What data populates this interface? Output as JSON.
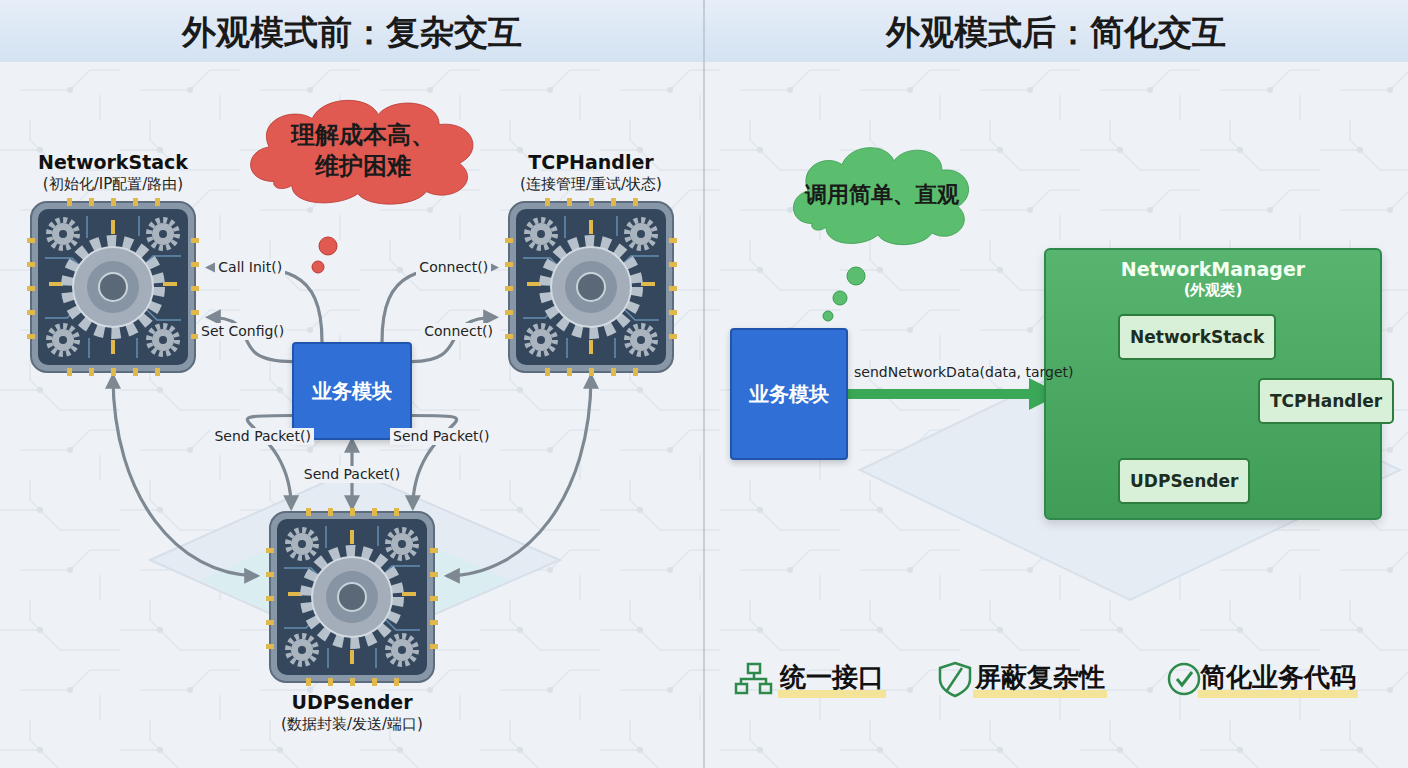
{
  "diagram": {
    "nodes": [
      {
        "text": [
          "NetworkStack",
          "(初始化/IP配置/路由)"
        ]
      },
      {
        "text": [
          "TCPHandler",
          "(连接管理/重试/状态)"
        ]
      },
      {
        "text": [
          "业务模块"
        ]
      },
      {
        "text": [
          "UDPSender",
          "(数据封装/发送/端口)"
        ]
      },
      {
        "text": [
          "理解成本高、 维护困难"
        ]
      },
      {
        "text": [
          "调用简单、直观"
        ]
      },
      {
        "text": [
          "业务模块"
        ]
      },
      {
        "text": [
          "NetworkManager",
          "(外观类)"
        ]
      },
      {
        "text": [
          "NetworkStack"
        ],
        "in": 7
      },
      {
        "text": [
          "TCPHandler"
        ],
        "in": 7
      },
      {
        "text": [
          "UDPSender"
        ],
        "in": 7
      }
    ],
    "edges": [
      {
        "from": 2,
        "to": 0,
        "label": "Call Init()",
        "arrow": "to"
      },
      {
        "from": 2,
        "to": 0,
        "label": "Set Config()",
        "arrow": "to"
      },
      {
        "from": 2,
        "to": 1,
        "label": "Connect()",
        "arrow": "to"
      },
      {
        "from": 2,
        "to": 1,
        "label": "Connect()",
        "arrow": "to"
      },
      {
        "from": 2,
        "to": 3,
        "label": "Send Packet()",
        "arrow": "both"
      },
      {
        "from": 2,
        "to": 3,
        "label": "Send Packet()",
        "arrow": "to"
      },
      {
        "from": 2,
        "to": 3,
        "label": "Send Packet()",
        "arrow": "to"
      },
      {
        "from": 0,
        "to": 3,
        "arrow": "both"
      },
      {
        "from": 1,
        "to": 3,
        "arrow": "both"
      },
      {
        "from": 6,
        "to": 7,
        "label": "sendNetworkData(data, target)",
        "arrow": "to"
      },
      {
        "from": 7,
        "to": 8,
        "arrow": "to"
      },
      {
        "from": 7,
        "to": 9,
        "arrow": "to"
      },
      {
        "from": 7,
        "to": 10,
        "arrow": "to"
      },
      {
        "from": 8,
        "to": 9,
        "arrow": "to"
      },
      {
        "from": 9,
        "to": 10,
        "arrow": "to"
      }
    ],
    "labels": [
      "外观模式前：复杂交互",
      "外观模式后：简化交互",
      "统一接口",
      "屏蔽复杂性",
      "简化业务代码"
    ]
  }
}
